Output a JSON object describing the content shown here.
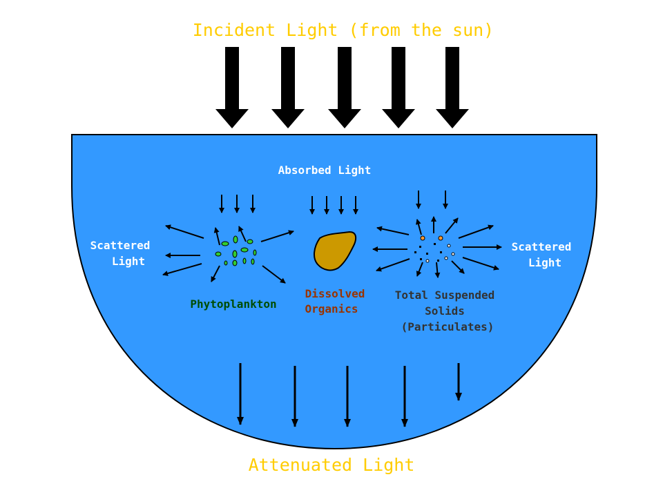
{
  "diagram": {
    "title_top": "Incident Light (from the sun)",
    "title_bottom": "Attenuated Light",
    "absorbed_label": "Absorbed Light",
    "scattered_left_line1": "Scattered",
    "scattered_left_line2": "Light",
    "scattered_right_line1": "Scattered",
    "scattered_right_line2": "Light",
    "phytoplankton_label": "Phytoplankton",
    "organics_line1": "Dissolved",
    "organics_line2": "Organics",
    "tss_line1": "Total Suspended",
    "tss_line2": "Solids",
    "tss_line3": "(Particulates)"
  },
  "colors": {
    "water": "#3399ff",
    "title_text": "#ffcc00",
    "white_text": "#ffffff",
    "phytoplankton_text": "#004d00",
    "organics_text": "#993300",
    "tss_text": "#333333",
    "organic_blob": "#cc9900",
    "algae": "#33cc33",
    "particle_orange": "#ff9933",
    "arrow": "#000000"
  }
}
